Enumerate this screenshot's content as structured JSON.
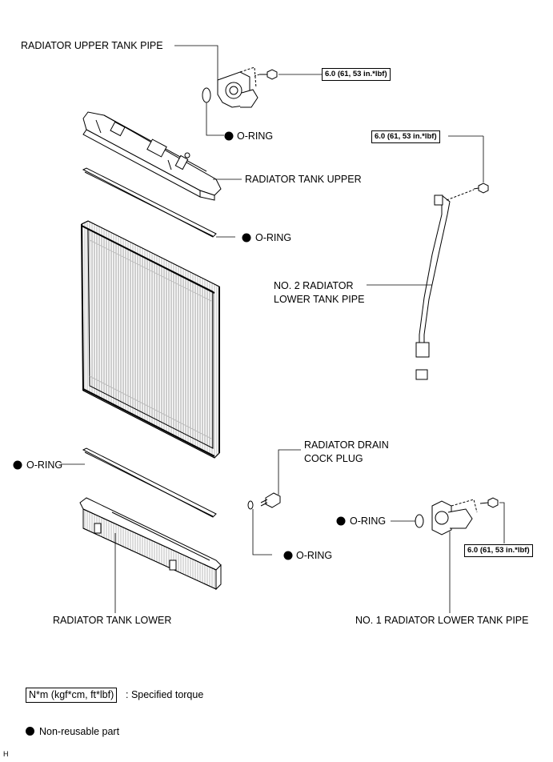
{
  "labels": {
    "upper_tank_pipe": "RADIATOR UPPER TANK PIPE",
    "oring": "O-RING",
    "tank_upper": "RADIATOR TANK UPPER",
    "no2_pipe_line1": "NO. 2 RADIATOR",
    "no2_pipe_line2": "LOWER TANK PIPE",
    "drain_line1": "RADIATOR DRAIN",
    "drain_line2": "COCK PLUG",
    "tank_lower": "RADIATOR TANK LOWER",
    "no1_pipe": "NO. 1 RADIATOR LOWER TANK PIPE"
  },
  "torque": "6.0 (61, 53 in.*lbf)",
  "legend": {
    "torque_unit": "N*m (kgf*cm, ft*lbf)",
    "torque_desc": ": Specified torque",
    "nonreusable": "Non-reusable part"
  },
  "code": "H"
}
